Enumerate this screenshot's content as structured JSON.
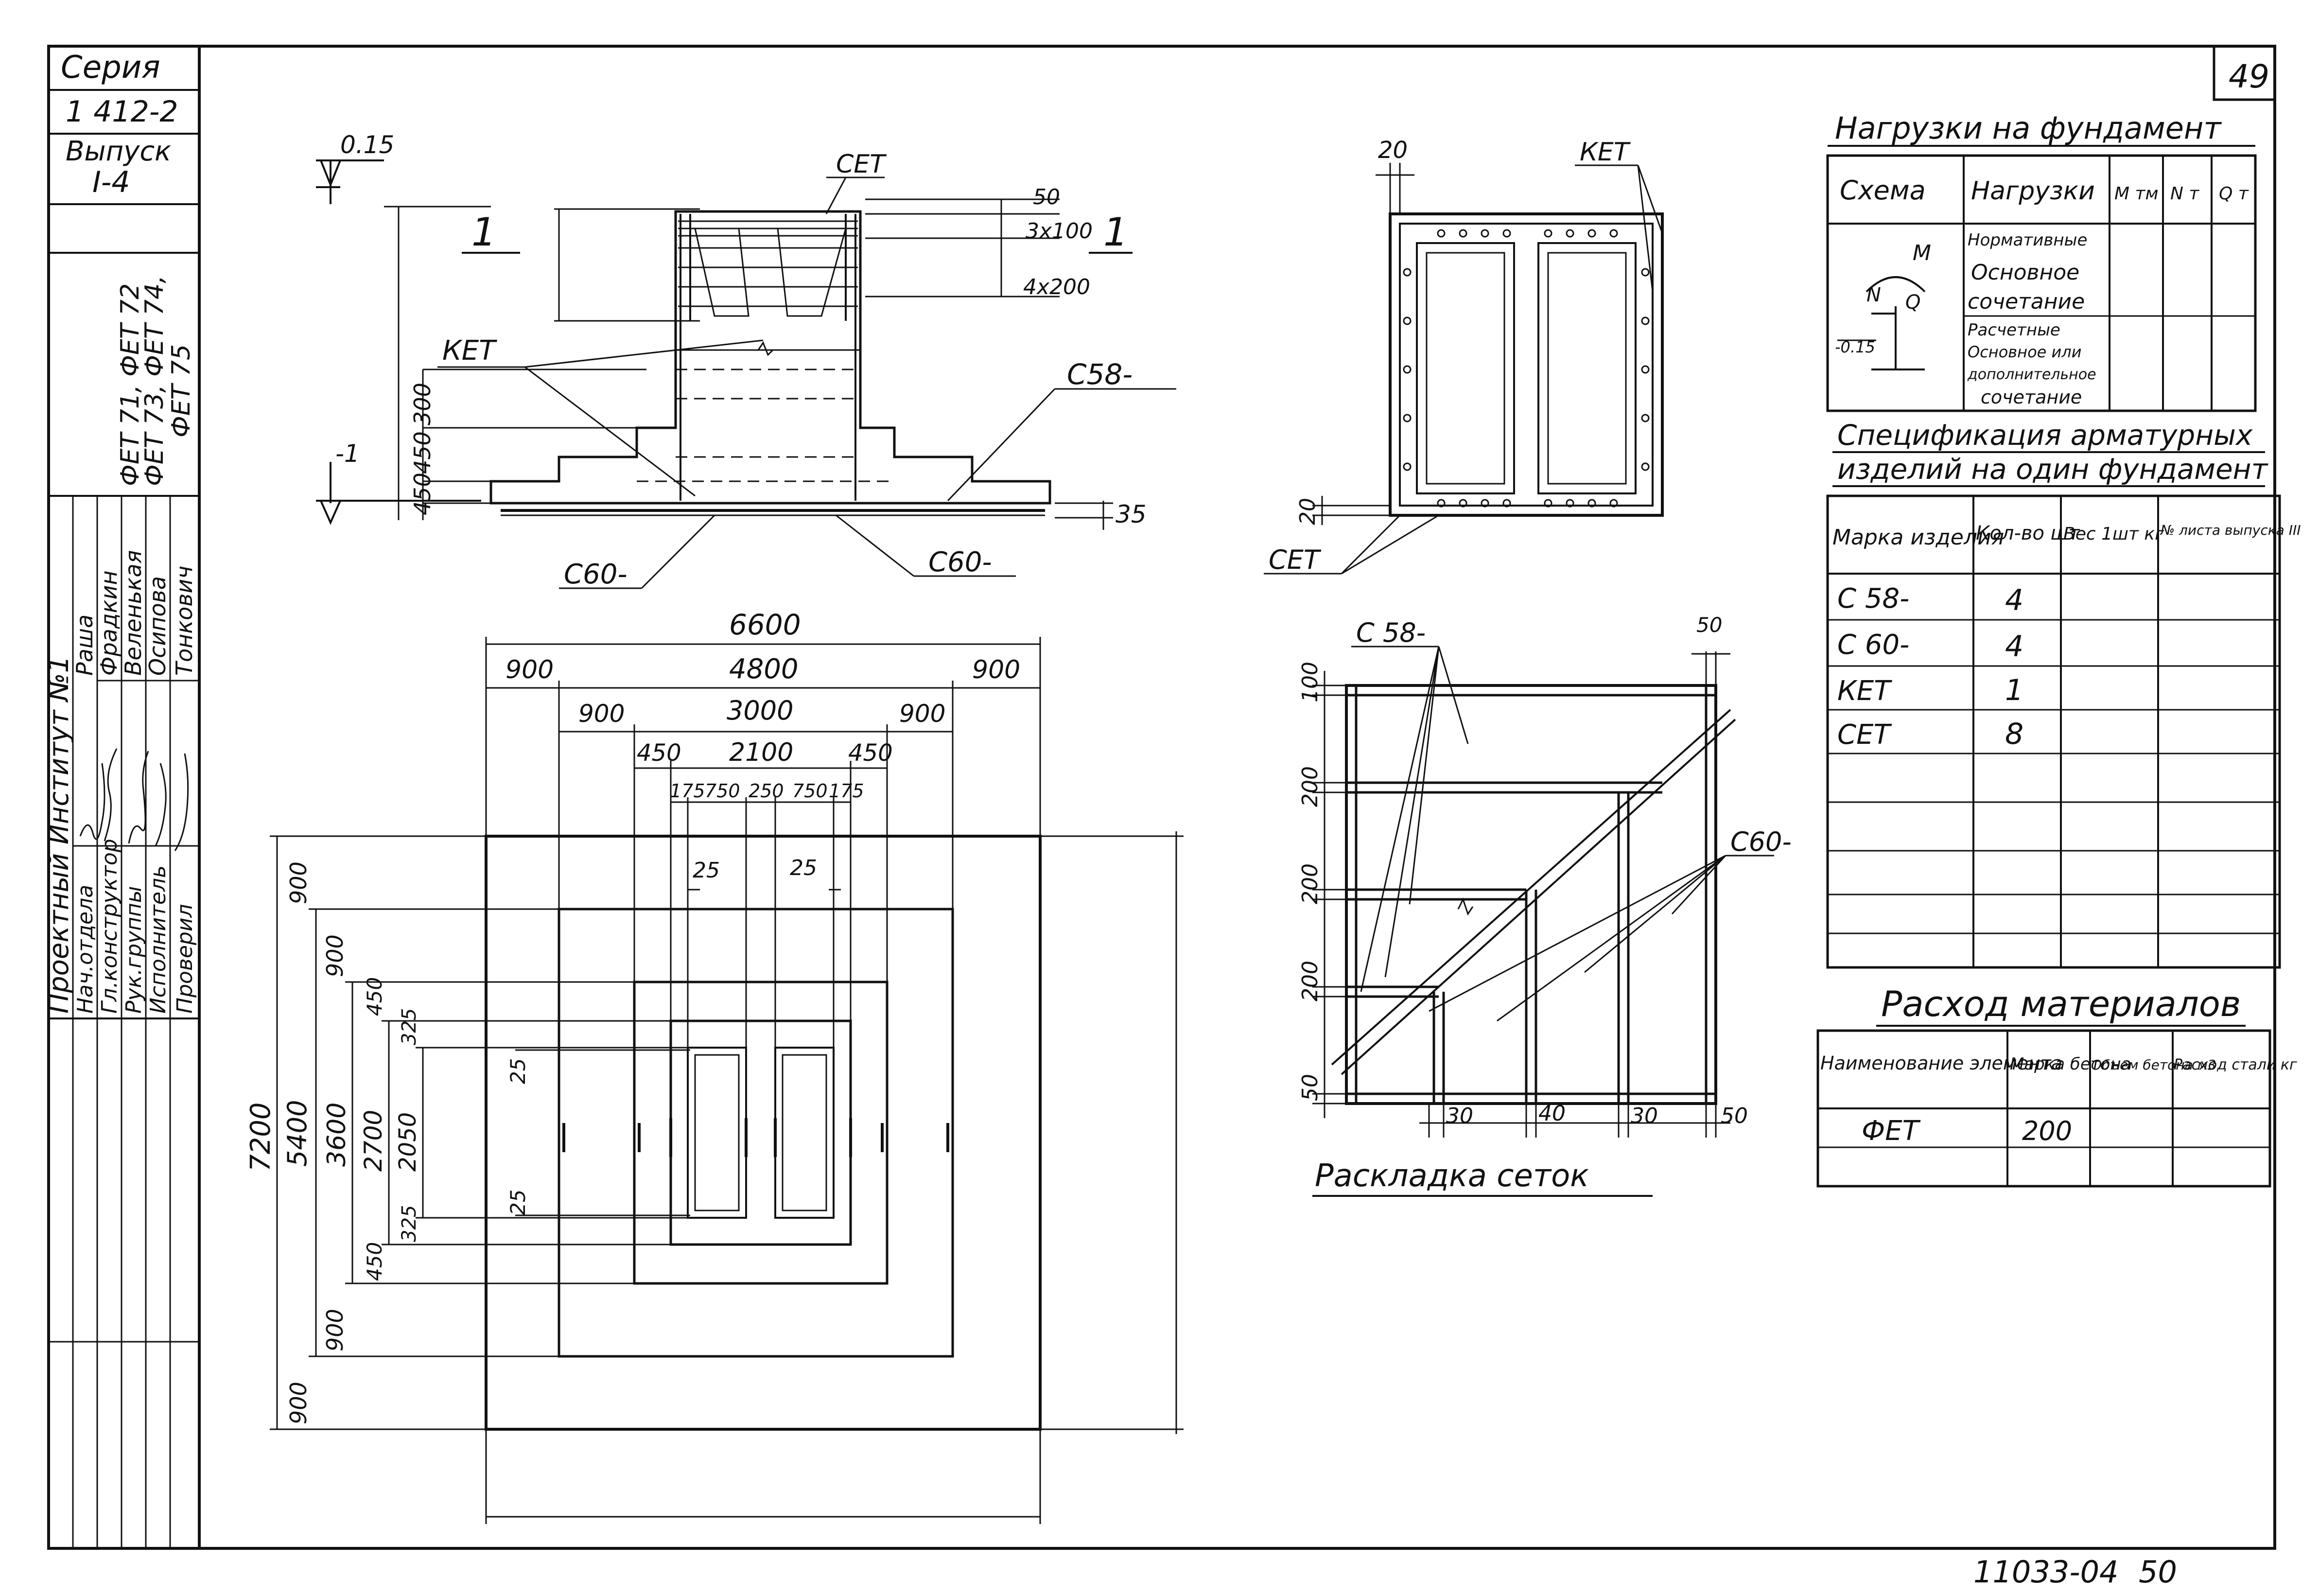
{
  "sheet_number": "49",
  "footer_code": "11033-04",
  "footer_page": "50",
  "stamp": {
    "series_label": "Серия",
    "series_value": "1 412-2",
    "issue_label": "Выпуск",
    "issue_value": "I-4",
    "marks_line1": "ФЕТ 71, ФЕТ 72",
    "marks_line2": "ФЕТ 73, ФЕТ 74,",
    "marks_line3": "ФЕТ 75",
    "institute": "Проектный Институт №1",
    "roles": [
      "Нач.отдела",
      "Гл.конструктор",
      "Рук.группы",
      "Исполнитель",
      "Проверил"
    ],
    "names": [
      "Раша",
      "Фрадкин",
      "Веленькая",
      "Осипова",
      "Тонкович"
    ]
  },
  "section": {
    "cut_label": "1",
    "elev_top": "0.15",
    "elev_bottom": "-1",
    "label_cet": "СЕТ",
    "label_ket": "КЕТ",
    "label_c58": "С58-",
    "label_c60_left": "С60-",
    "label_c60_right": "С60-",
    "dims_right": [
      "50",
      "3x100",
      "4x200"
    ],
    "dims_left": [
      "300",
      "450",
      "450"
    ],
    "dim_35": "35"
  },
  "plan": {
    "dims_top": [
      "6600",
      "900",
      "4800",
      "900",
      "900",
      "3000",
      "900",
      "450",
      "2100",
      "450",
      "175",
      "750",
      "250",
      "750",
      "175",
      "25",
      "25"
    ],
    "dims_left": [
      "7200",
      "5400",
      "3600",
      "2700",
      "2050",
      "900",
      "900",
      "450",
      "325",
      "325",
      "450",
      "900",
      "900"
    ],
    "marks_25": [
      "25",
      "25"
    ]
  },
  "cage_view": {
    "dim_20_top": "20",
    "dim_20_side": "20",
    "label_ket": "КЕТ",
    "label_cet": "СЕТ"
  },
  "mesh_layout": {
    "title": "Раскладка сеток",
    "label_c58": "С 58-",
    "label_c60": "С60-",
    "dims_left": [
      "100",
      "200",
      "200",
      "200",
      "50"
    ],
    "dims_bottom": [
      "30",
      "40",
      "30",
      "50"
    ],
    "dim_top": "50"
  },
  "loads_table": {
    "title": "Нагрузки на фундамент",
    "headers": [
      "Схема",
      "Нагрузки",
      "М тм",
      "N т",
      "Q т"
    ],
    "row1": [
      "Нормативные",
      "Основное",
      "сочетание"
    ],
    "row2": [
      "Расчетные",
      "Основное или",
      "дополнительное",
      "сочетание"
    ],
    "scheme_labels": [
      "M",
      "N",
      "Q",
      "-0.15"
    ]
  },
  "spec_table": {
    "title_line1": "Спецификация арматурных",
    "title_line2": "изделий на один фундамент",
    "headers": [
      "Марка изделия",
      "Кол-во шт",
      "Вес 1шт кг",
      "№ листа выпуска III"
    ],
    "rows": [
      [
        "С 58-",
        "4"
      ],
      [
        "С 60-",
        "4"
      ],
      [
        "КЕТ",
        "1"
      ],
      [
        "СЕТ",
        "8"
      ]
    ]
  },
  "materials_table": {
    "title": "Расход материалов",
    "headers": [
      "Наименование элемента",
      "Марка бетона",
      "Объем бетона м3",
      "Расход стали кг"
    ],
    "rows": [
      [
        "ФЕТ",
        "200"
      ]
    ]
  }
}
